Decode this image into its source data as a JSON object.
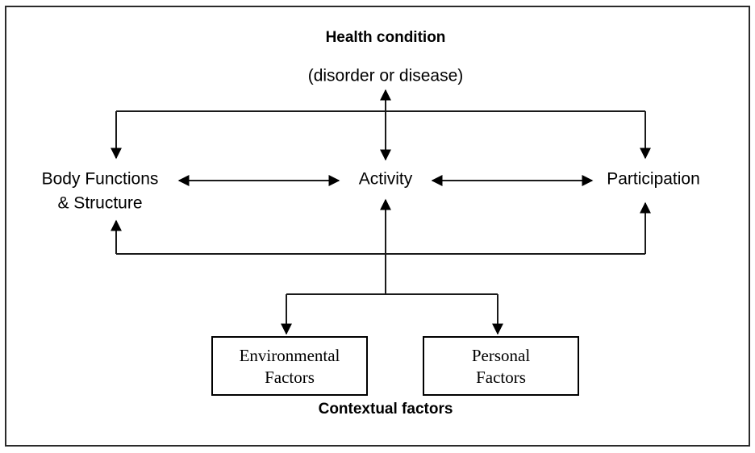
{
  "diagram": {
    "title": "Health condition",
    "subtitle": "(disorder or disease)",
    "nodes": {
      "health_condition": "Health condition",
      "health_condition_sub": "(disorder or disease)",
      "body_functions_line1": "Body Functions",
      "body_functions_line2": "& Structure",
      "activity": "Activity",
      "participation": "Participation",
      "environmental_line1": "Environmental",
      "environmental_line2": "Factors",
      "personal_line1": "Personal",
      "personal_line2": "Factors",
      "contextual_factors": "Contextual factors"
    },
    "colors": {
      "stroke": "#000000",
      "frame": "#2b2b2b",
      "background": "#ffffff",
      "text": "#000000"
    }
  }
}
